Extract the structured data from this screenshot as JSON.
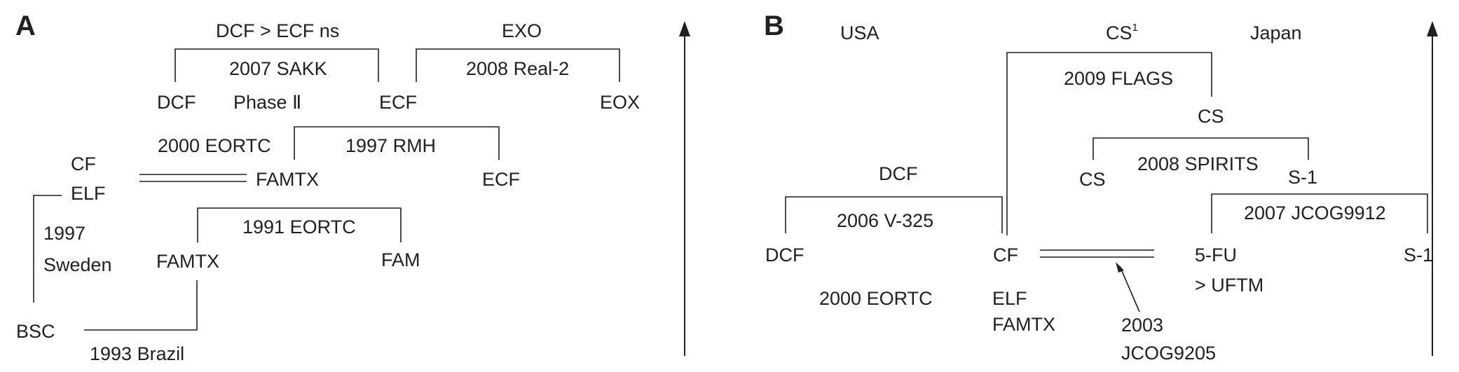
{
  "panel_a": {
    "letter": "A",
    "labels": {
      "dcf_ecf_ns": "DCF > ECF ns",
      "exo": "EXO",
      "sakk_2007": "2007 SAKK",
      "real2_2008": "2008 Real-2",
      "dcf": "DCF",
      "phase_ii": "Phase Ⅱ",
      "ecf_top": "ECF",
      "eox": "EOX",
      "eortc_2000": "2000 EORTC",
      "rmh_1997": "1997 RMH",
      "cf": "CF",
      "famtx_mid": "FAMTX",
      "ecf_mid": "ECF",
      "elf": "ELF",
      "sweden_year": "1997",
      "sweden": "Sweden",
      "eortc_1991": "1991 EORTC",
      "famtx_low": "FAMTX",
      "fam": "FAM",
      "bsc": "BSC",
      "brazil_1993": "1993 Brazil"
    }
  },
  "panel_b": {
    "letter": "B",
    "labels": {
      "usa": "USA",
      "cs_top": "CS",
      "cs_top_sup": "1",
      "japan": "Japan",
      "flags_2009": "2009 FLAGS",
      "cs_mid": "CS",
      "dcf_top": "DCF",
      "cs_low": "CS",
      "spirits_2008": "2008 SPIRITS",
      "s1_mid": "S-1",
      "v325_2006": "2006 V-325",
      "jcog9912_2007": "2007 JCOG9912",
      "dcf": "DCF",
      "cf": "CF",
      "fu5": "5-FU",
      "s1_right": "S-1",
      "uftm": "> UFTM",
      "eortc_2000": "2000 EORTC",
      "elf": "ELF",
      "famtx": "FAMTX",
      "jcog9205_year": "2003",
      "jcog9205": "JCOG9205"
    }
  }
}
